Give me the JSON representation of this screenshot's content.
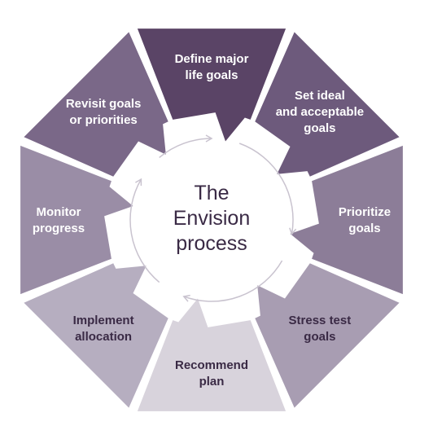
{
  "center": {
    "line1": "The",
    "line2": "Envision",
    "line3": "process"
  },
  "steps": [
    {
      "id": "define",
      "lines": [
        "Define major",
        "life goals"
      ],
      "color": "#5a4466"
    },
    {
      "id": "set",
      "lines": [
        "Set ideal",
        "and acceptable",
        "goals"
      ],
      "color": "#6d5a7c"
    },
    {
      "id": "prioritize",
      "lines": [
        "Prioritize",
        "goals"
      ],
      "color": "#8c7d98"
    },
    {
      "id": "stress",
      "lines": [
        "Stress test",
        "goals"
      ],
      "color": "#a89db2"
    },
    {
      "id": "recommend",
      "lines": [
        "Recommend",
        "plan"
      ],
      "color": "#d8d3dc"
    },
    {
      "id": "implement",
      "lines": [
        "Implement",
        "allocation"
      ],
      "color": "#b6aec0"
    },
    {
      "id": "monitor",
      "lines": [
        "Monitor",
        "progress"
      ],
      "color": "#9a8da6"
    },
    {
      "id": "revisit",
      "lines": [
        "Revisit goals",
        "or priorities"
      ],
      "color": "#7a6888"
    }
  ],
  "colors": {
    "center_ring": "#c9c3cf",
    "text_dark": "#3a2a45",
    "text_light": "#ffffff"
  }
}
